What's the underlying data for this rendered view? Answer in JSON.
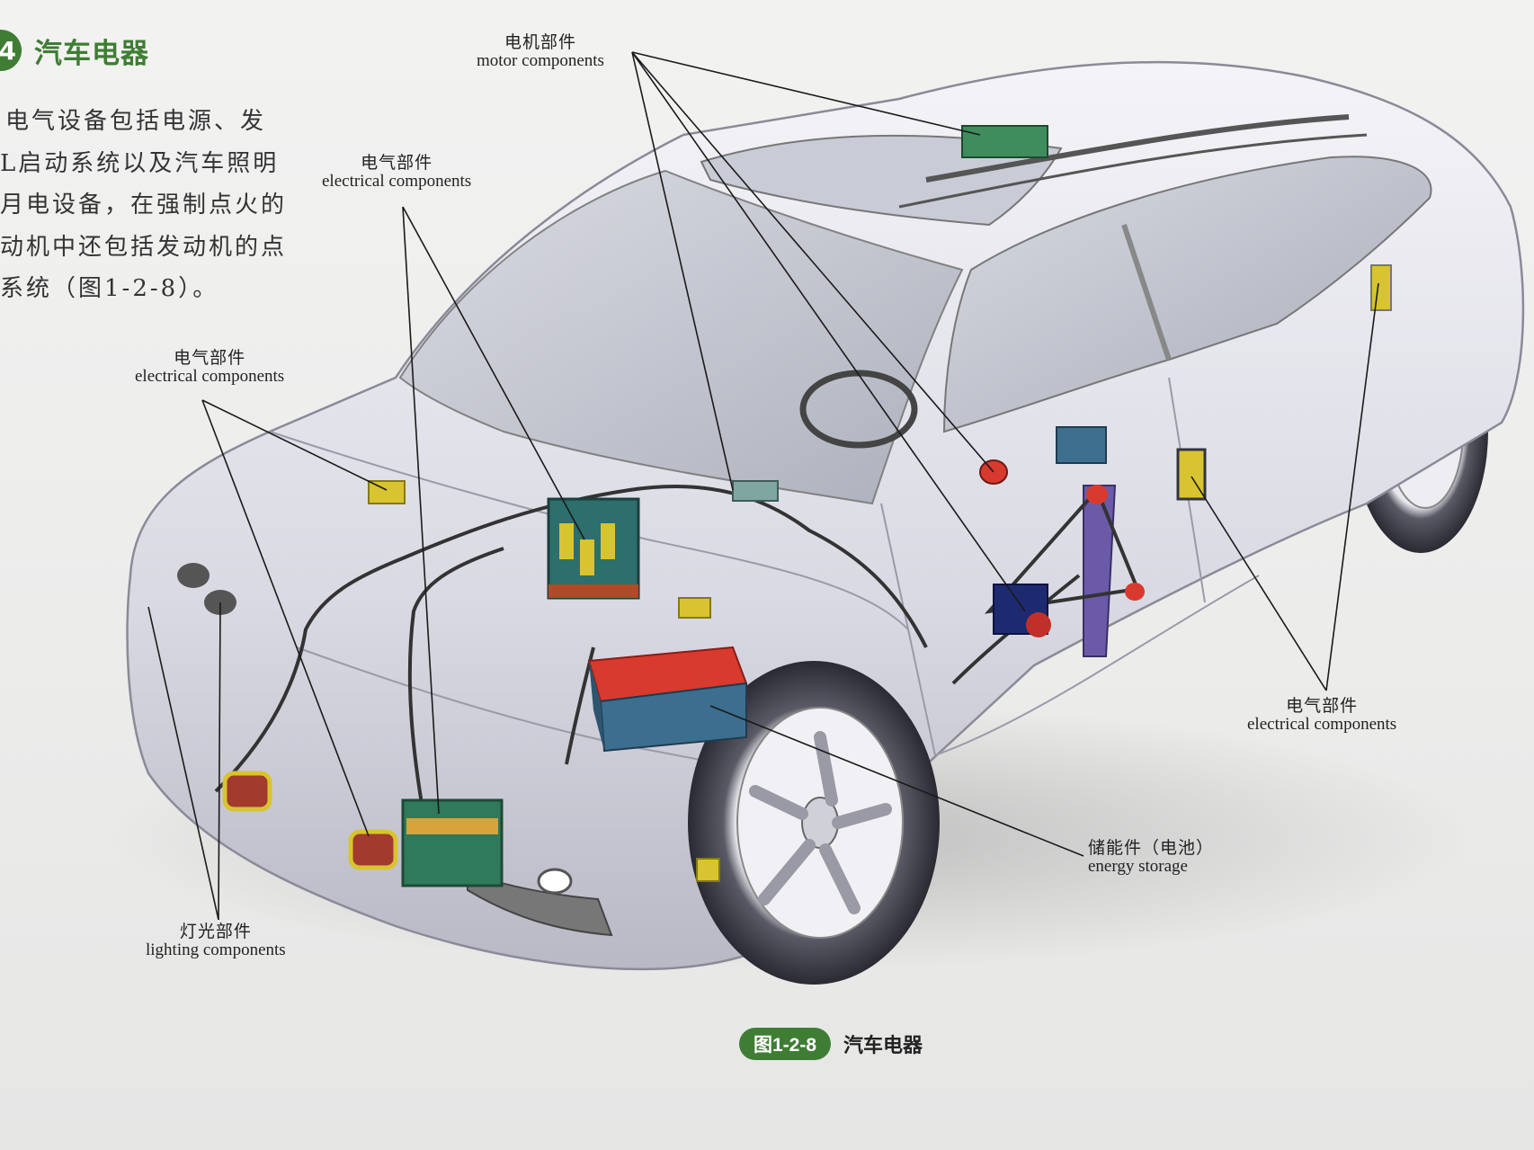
{
  "section": {
    "number": "4",
    "title": "汽车电器"
  },
  "body_lines": [
    "电气设备包括电源、发",
    "L启动系统以及汽车照明",
    "月电设备，在强制点火的",
    "动机中还包括发动机的点",
    "系统（图1-2-8）。"
  ],
  "callouts": {
    "motor": {
      "zh": "电机部件",
      "en": "motor components"
    },
    "electrical_top": {
      "zh": "电气部件",
      "en": "electrical components"
    },
    "electrical_left": {
      "zh": "电气部件",
      "en": "electrical components"
    },
    "electrical_right": {
      "zh": "电气部件",
      "en": "electrical components"
    },
    "energy": {
      "zh": "储能件（电池）",
      "en": "energy storage"
    },
    "lighting": {
      "zh": "灯光部件",
      "en": "lighting components"
    }
  },
  "figure": {
    "badge": "图1-2-8",
    "caption": "汽车电器"
  },
  "colors": {
    "accent_green": "#3f7d35",
    "battery_red": "#d83a2e",
    "module_yellow": "#d8c430"
  }
}
